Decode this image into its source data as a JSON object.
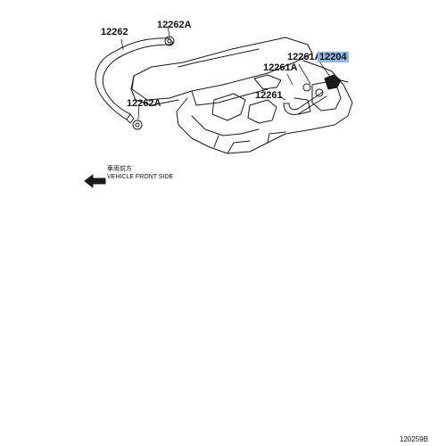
{
  "parts": {
    "hose_upper": "12262",
    "clamp_upper": "12262A",
    "clamp_lower": "12262A",
    "clamp_right_a": "12261A",
    "clamp_right_b": "12261A",
    "pcv_valve": "12204",
    "hose_right": "12261"
  },
  "direction": {
    "label_jp": "車両前方",
    "label_en": "VEHICLE FRONT SIDE"
  },
  "figure_number": "120259B",
  "colors": {
    "highlight": "#8fb8ea",
    "line": "#1a1a1a"
  }
}
